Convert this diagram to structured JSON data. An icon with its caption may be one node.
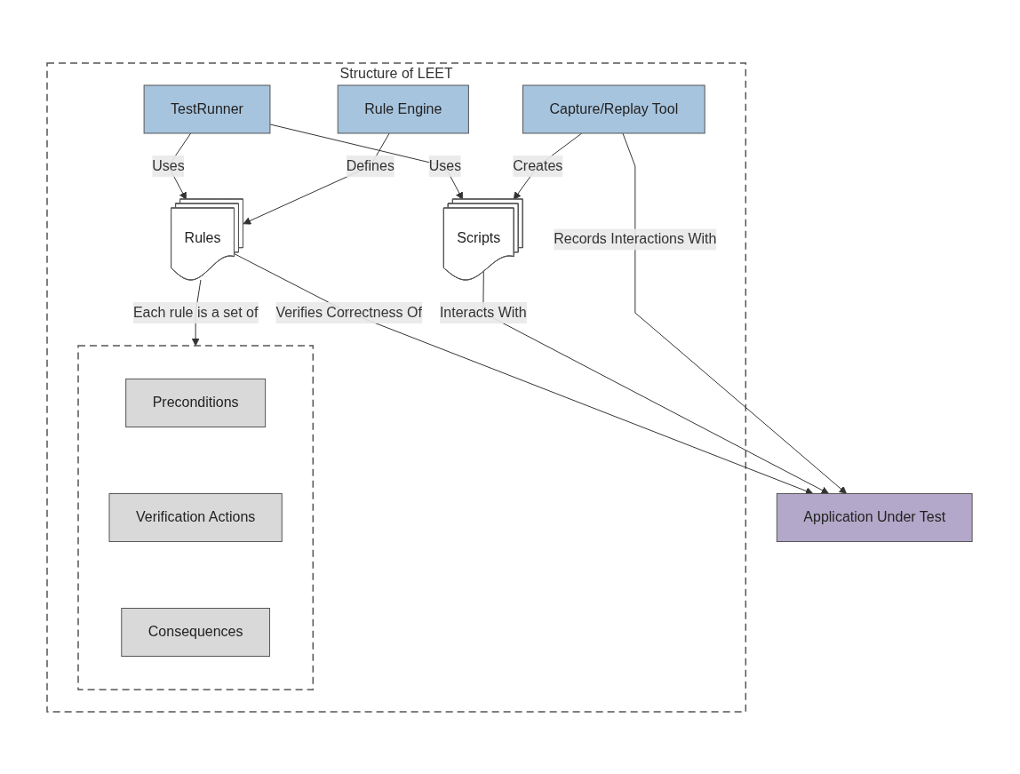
{
  "diagram": {
    "nodes": [
      {
        "text": [
          "Structure of LEET"
        ]
      },
      {
        "text": [
          "Capture/Replay Tool"
        ],
        "in": 0
      },
      {
        "text": [
          "Rule Engine"
        ],
        "in": 0
      },
      {
        "text": [
          "Scripts"
        ],
        "in": 0
      },
      {
        "text": [
          "TestRunner"
        ],
        "in": 0
      },
      {
        "text": [
          "Rules"
        ],
        "in": 0
      },
      {
        "text": [],
        "shape": "box",
        "in": 0
      },
      {
        "text": [
          "Preconditions"
        ],
        "in": 6
      },
      {
        "text": [
          "Verification Actions"
        ],
        "in": 6
      },
      {
        "text": [
          "Consequences"
        ],
        "in": 6
      },
      {
        "text": [
          "Application Under Test"
        ]
      }
    ],
    "edges": [
      {
        "from": 1,
        "to": 3,
        "arrow": "to",
        "label": "Creates"
      },
      {
        "from": 2,
        "to": 5,
        "arrow": "to",
        "label": "Defines"
      },
      {
        "from": 4,
        "to": 3,
        "arrow": "to",
        "label": "Uses"
      },
      {
        "from": 4,
        "to": 5,
        "arrow": "to",
        "label": "Uses"
      },
      {
        "from": 5,
        "to": 6,
        "arrow": "to",
        "label": "Each rule is a set of"
      },
      {
        "from": 1,
        "to": 10,
        "arrow": "to",
        "label": "Records Interactions With"
      },
      {
        "from": 3,
        "to": 10,
        "arrow": "to",
        "label": "Interacts With"
      },
      {
        "from": 5,
        "to": 10,
        "arrow": "to",
        "label": "Verifies Correctness Of"
      }
    ]
  }
}
